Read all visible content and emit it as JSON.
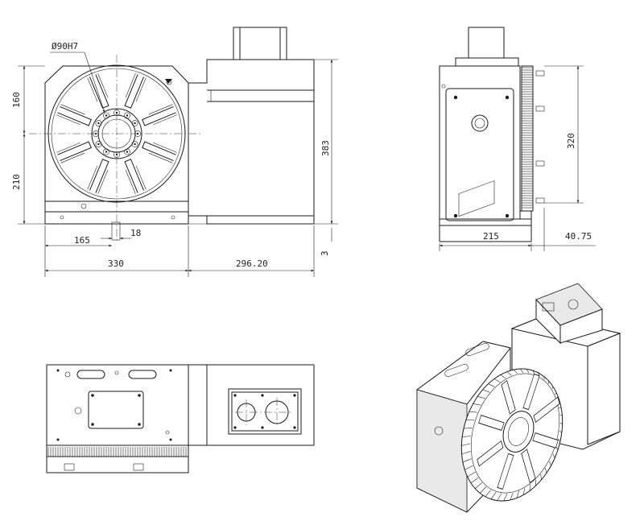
{
  "dimensions": {
    "bore": "Ø90H7",
    "upper_height": "160",
    "lower_height": "210",
    "total_height": "383",
    "offset_165": "165",
    "key_18": "18",
    "width_330": "330",
    "length_296": "296.20",
    "base_3": "3",
    "side_height": "320",
    "side_width": "215",
    "side_offset": "40.75"
  }
}
